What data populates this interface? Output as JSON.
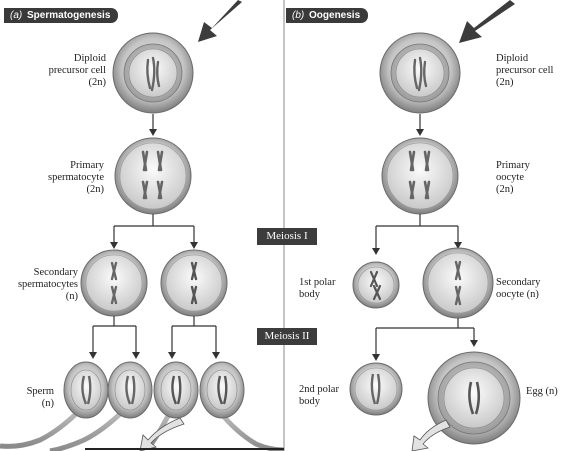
{
  "panels": {
    "left": {
      "letter": "(a)",
      "title": "Spermatogenesis"
    },
    "right": {
      "letter": "(b)",
      "title": "Oogenesis"
    }
  },
  "stages": {
    "meiosis1": "Meiosis I",
    "meiosis2": "Meiosis II"
  },
  "labels": {
    "left_diploid_line1": "Diploid",
    "left_diploid_line2": "precursor cell",
    "left_diploid_line3": "(2n)",
    "primary_spermatocyte_line1": "Primary",
    "primary_spermatocyte_line2": "spermatocyte",
    "primary_spermatocyte_line3": "(2n)",
    "secondary_spermatocytes_line1": "Secondary",
    "secondary_spermatocytes_line2": "spermatocytes",
    "secondary_spermatocytes_line3": "(n)",
    "sperm_line1": "Sperm",
    "sperm_line2": "(n)",
    "right_diploid_line1": "Diploid",
    "right_diploid_line2": "precursor cell",
    "right_diploid_line3": "(2n)",
    "primary_oocyte_line1": "Primary",
    "primary_oocyte_line2": "oocyte",
    "primary_oocyte_line3": "(2n)",
    "first_polar_line1": "1st polar",
    "first_polar_line2": "body",
    "secondary_oocyte_line1": "Secondary",
    "secondary_oocyte_line2": "oocyte (n)",
    "second_polar_line1": "2nd polar",
    "second_polar_line2": "body",
    "egg": "Egg (n)"
  },
  "colors": {
    "divider": "#8a8a8a",
    "header_bg": "#3a3a3a",
    "arrow": "#3c3c3c",
    "cell_fill": "#cfcfcf",
    "cell_edge": "#6a6a6a"
  }
}
